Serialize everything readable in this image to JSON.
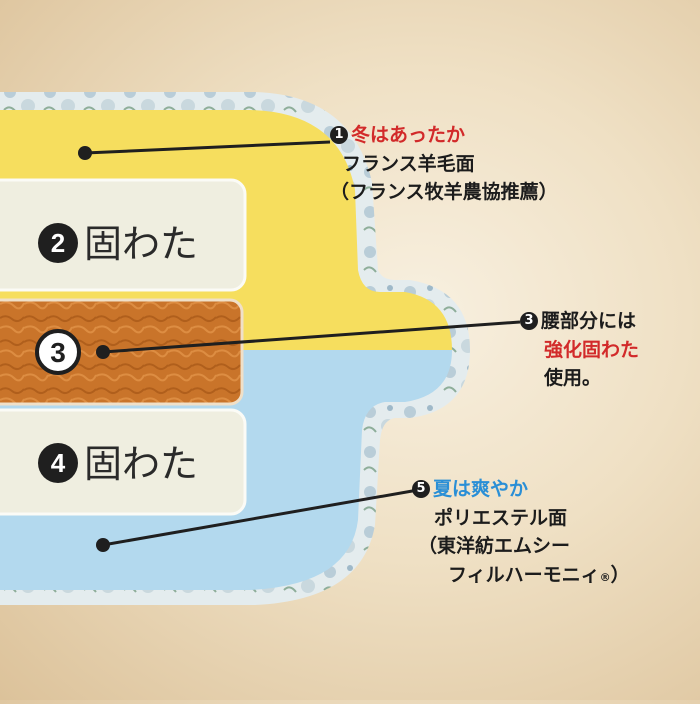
{
  "layers": {
    "layer2": {
      "number": "2",
      "text": "固わた"
    },
    "layer3": {
      "number": "3"
    },
    "layer4": {
      "number": "4",
      "text": "固わた"
    }
  },
  "callouts": {
    "c1": {
      "number": "1",
      "title": "冬はあったか",
      "line1": "フランス羊毛面",
      "line2": "（フランス牧羊農協推薦）"
    },
    "c3": {
      "number": "3",
      "line1": "腰部分には",
      "highlight": "強化固わた",
      "line2": "使用。"
    },
    "c5": {
      "number": "5",
      "title": "夏は爽やか",
      "line1": "ポリエステル面",
      "line2": "（東洋紡エムシー",
      "line3": "フィルハーモニィ",
      "mark": "®",
      "line3_end": "）"
    }
  },
  "colors": {
    "wool_yellow": "#f6de5e",
    "cream": "#efeee0",
    "hard_cotton_orange": "#c9742a",
    "summer_blue": "#b3d9ee",
    "title_red": "#d22a2a",
    "title_blue": "#2a8fd6"
  }
}
